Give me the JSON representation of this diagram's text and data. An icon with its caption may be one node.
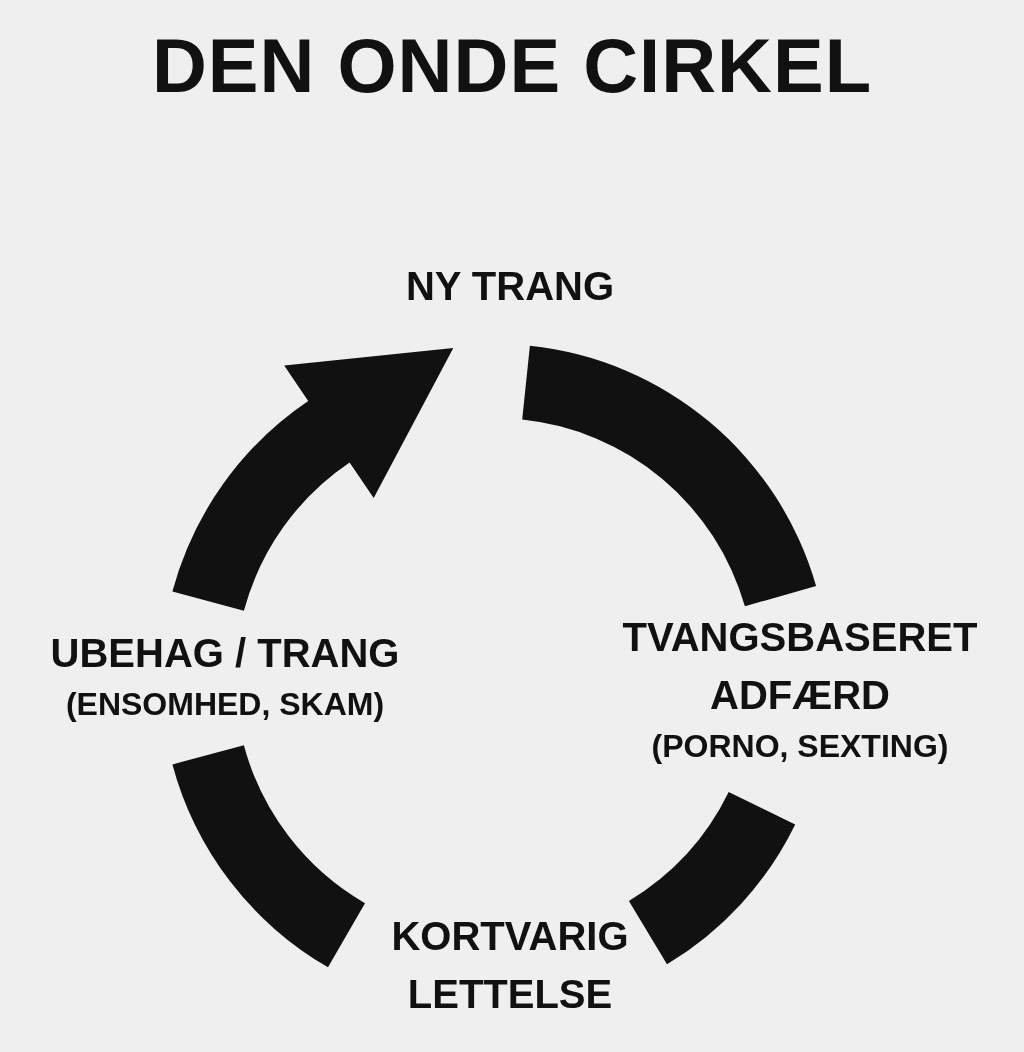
{
  "diagram": {
    "title": "DEN ONDE CIRKEL",
    "nodes": [
      {
        "text": [
          "NY TRANG"
        ]
      },
      {
        "text": [
          "TVANGSBASERET ADFÆRD",
          "(PORNO, SEXTING)"
        ]
      },
      {
        "text": [
          "KORTVARIG LETTELSE"
        ]
      },
      {
        "text": [
          "UBEHAG / TRANG",
          "(ENSOMHED, SKAM)"
        ]
      }
    ],
    "edges": [
      {
        "from": 0,
        "to": 1,
        "arrow": "none"
      },
      {
        "from": 1,
        "to": 2,
        "arrow": "none"
      },
      {
        "from": 2,
        "to": 3,
        "arrow": "none"
      },
      {
        "from": 3,
        "to": 0,
        "arrow": "to"
      }
    ]
  }
}
